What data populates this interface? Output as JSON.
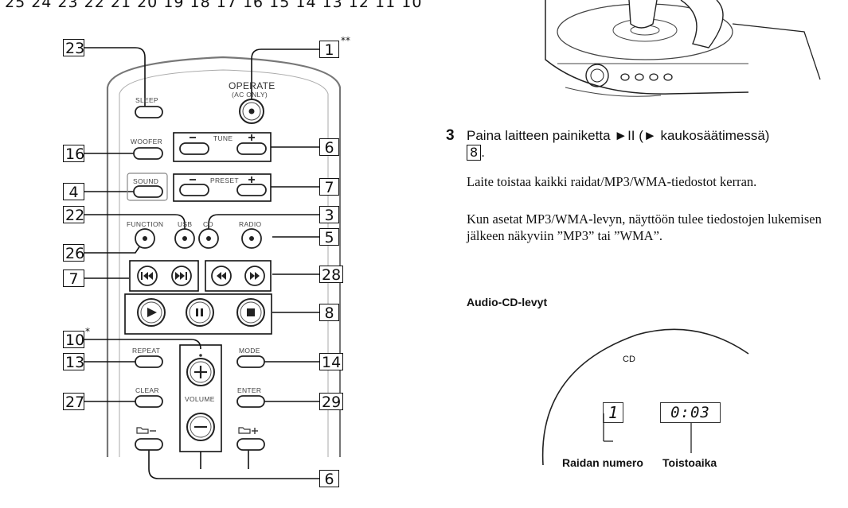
{
  "top_row": {
    "text": "25 24 23 22 21 20 19 18 17 16 15 14 13 12 11 10"
  },
  "remote": {
    "labels": {
      "sleep": "SLEEP",
      "operate": "OPERATE",
      "ac_only": "(AC ONLY)",
      "woofer": "WOOFER",
      "tune": "TUNE",
      "sound": "SOUND",
      "preset": "PRESET",
      "function": "FUNCTION",
      "usb": "USB",
      "cd": "CD",
      "radio": "RADIO",
      "repeat": "REPEAT",
      "mode": "MODE",
      "clear": "CLEAR",
      "enter": "ENTER",
      "volume": "VOLUME",
      "minus": "–",
      "plus": "+"
    },
    "callouts": {
      "c23": "23",
      "c1": "1",
      "c1_mark": "**",
      "c16": "16",
      "c6a": "6",
      "c4": "4",
      "c7a": "7",
      "c22": "22",
      "c3": "3",
      "c26": "26",
      "c5": "5",
      "c7b": "7",
      "c28": "28",
      "c8": "8",
      "c10": "10",
      "c10_mark": "*",
      "c13": "13",
      "c14": "14",
      "c27": "27",
      "c29": "29",
      "c6b": "6"
    }
  },
  "content": {
    "step_number": "3",
    "step_text_a": "Paina laitteen painiketta ►II (",
    "step_text_b": " kaukosäätimessä)",
    "step_ref": "8",
    "para1": "Laite toistaa kaikki raidat/MP3/WMA-tiedostot kerran.",
    "para2": "Kun asetat MP3/WMA-levyn, näyttöön tulee tiedostojen lukemisen jälkeen näkyviin ”MP3” tai ”WMA”.",
    "heading": "Audio-CD-levyt",
    "display": {
      "cd_label": "CD",
      "track_value": "1",
      "time_value": "0:03",
      "caption_track": "Raidan numero",
      "caption_time": "Toistoaika"
    }
  }
}
